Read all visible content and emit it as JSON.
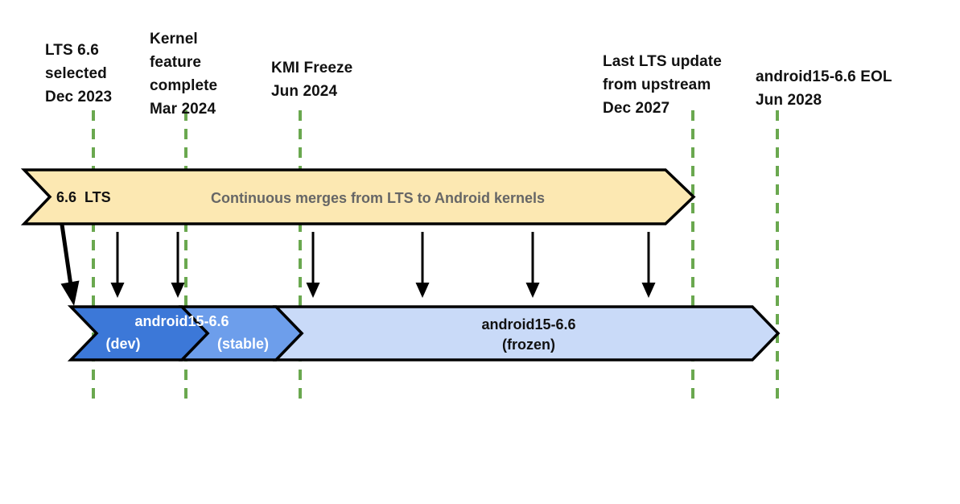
{
  "colors": {
    "lts_banner_fill": "#fce8b2",
    "dev_fill": "#3c78d8",
    "stable_fill": "#6d9eeb",
    "frozen_fill": "#c9daf8",
    "milestone_line": "#6aa84f",
    "arrow": "#000000",
    "outline": "#000000",
    "merges_text": "#666666"
  },
  "milestones": [
    {
      "label": "LTS 6.6\nselected\nDec 2023"
    },
    {
      "label": "Kernel\nfeature\ncomplete\nMar 2024"
    },
    {
      "label": "KMI Freeze\nJun 2024"
    },
    {
      "label": "Last LTS update\nfrom upstream\nDec 2027"
    },
    {
      "label": "android15-6.6 EOL\nJun 2028"
    }
  ],
  "lts_banner": {
    "version_label": "6.6  LTS",
    "description": "Continuous merges from LTS to Android kernels"
  },
  "android_banner": {
    "dev_title": "android15-6.6",
    "dev_stage": "(dev)",
    "stable_stage": "(stable)",
    "frozen_title": "android15-6.6",
    "frozen_stage": "(frozen)"
  }
}
